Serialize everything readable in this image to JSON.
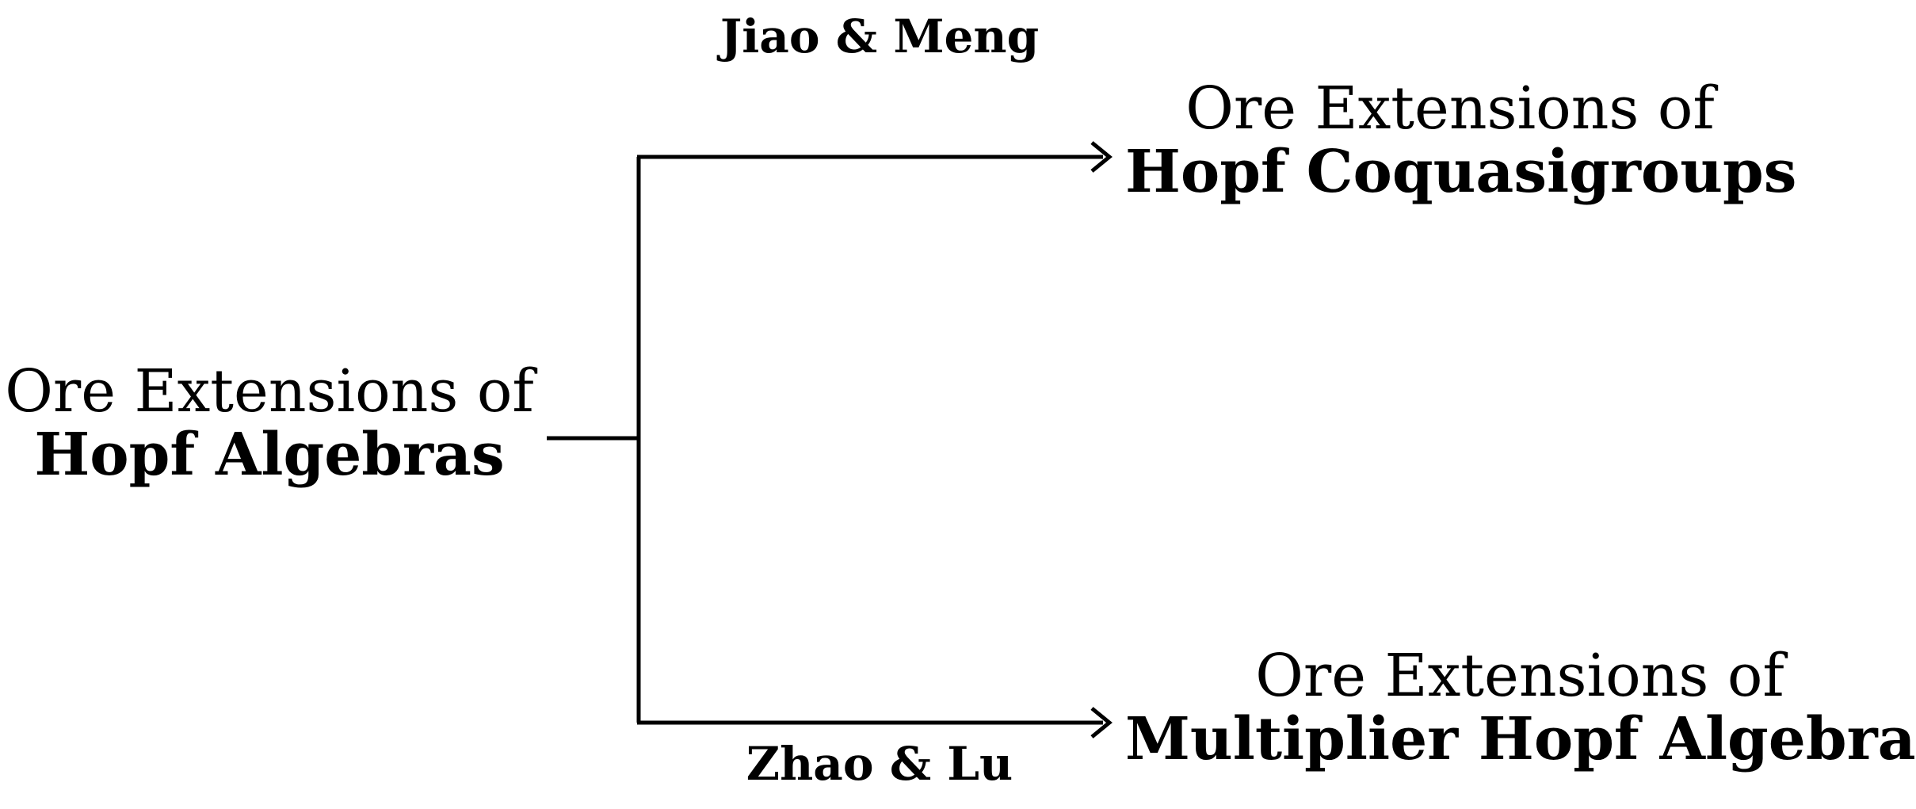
{
  "diagram": {
    "source": {
      "line1": "Ore Extensions of",
      "line2": "Hopf Algebras"
    },
    "targets": [
      {
        "line1": "Ore Extensions of",
        "line2": "Hopf Coquasigroups",
        "edge_label": "Jiao & Meng"
      },
      {
        "line1": "Ore Extensions of",
        "line2": "Multiplier Hopf Algebras",
        "edge_label": "Zhao & Lu"
      }
    ],
    "colors": {
      "line": "#000000",
      "text": "#000000",
      "background": "#ffffff"
    }
  }
}
